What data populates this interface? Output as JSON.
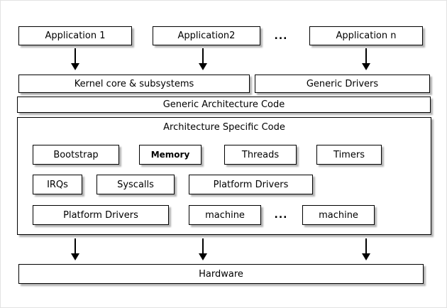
{
  "apps": [
    "Application 1",
    "Application2",
    "Application n"
  ],
  "apps_ellipsis": "...",
  "kernel_core_label": "Kernel core & subsystems",
  "generic_drivers_label": "Generic Drivers",
  "generic_arch_code_label": "Generic Architecture Code",
  "arch_specific": {
    "title": "Architecture Specific Code",
    "row1": [
      "Bootstrap",
      "Memory",
      "Threads",
      "Timers"
    ],
    "row2": [
      "IRQs",
      "Syscalls",
      "Platform Drivers"
    ],
    "row3": [
      "Platform Drivers",
      "machine",
      "machine"
    ],
    "ellipsis": "..."
  },
  "hardware_label": "Hardware",
  "colors": {
    "background": "#ffffff",
    "box_fill": "#ffffff",
    "box_border": "#000000",
    "shadow": "#b4b4b4",
    "text": "#000000"
  }
}
